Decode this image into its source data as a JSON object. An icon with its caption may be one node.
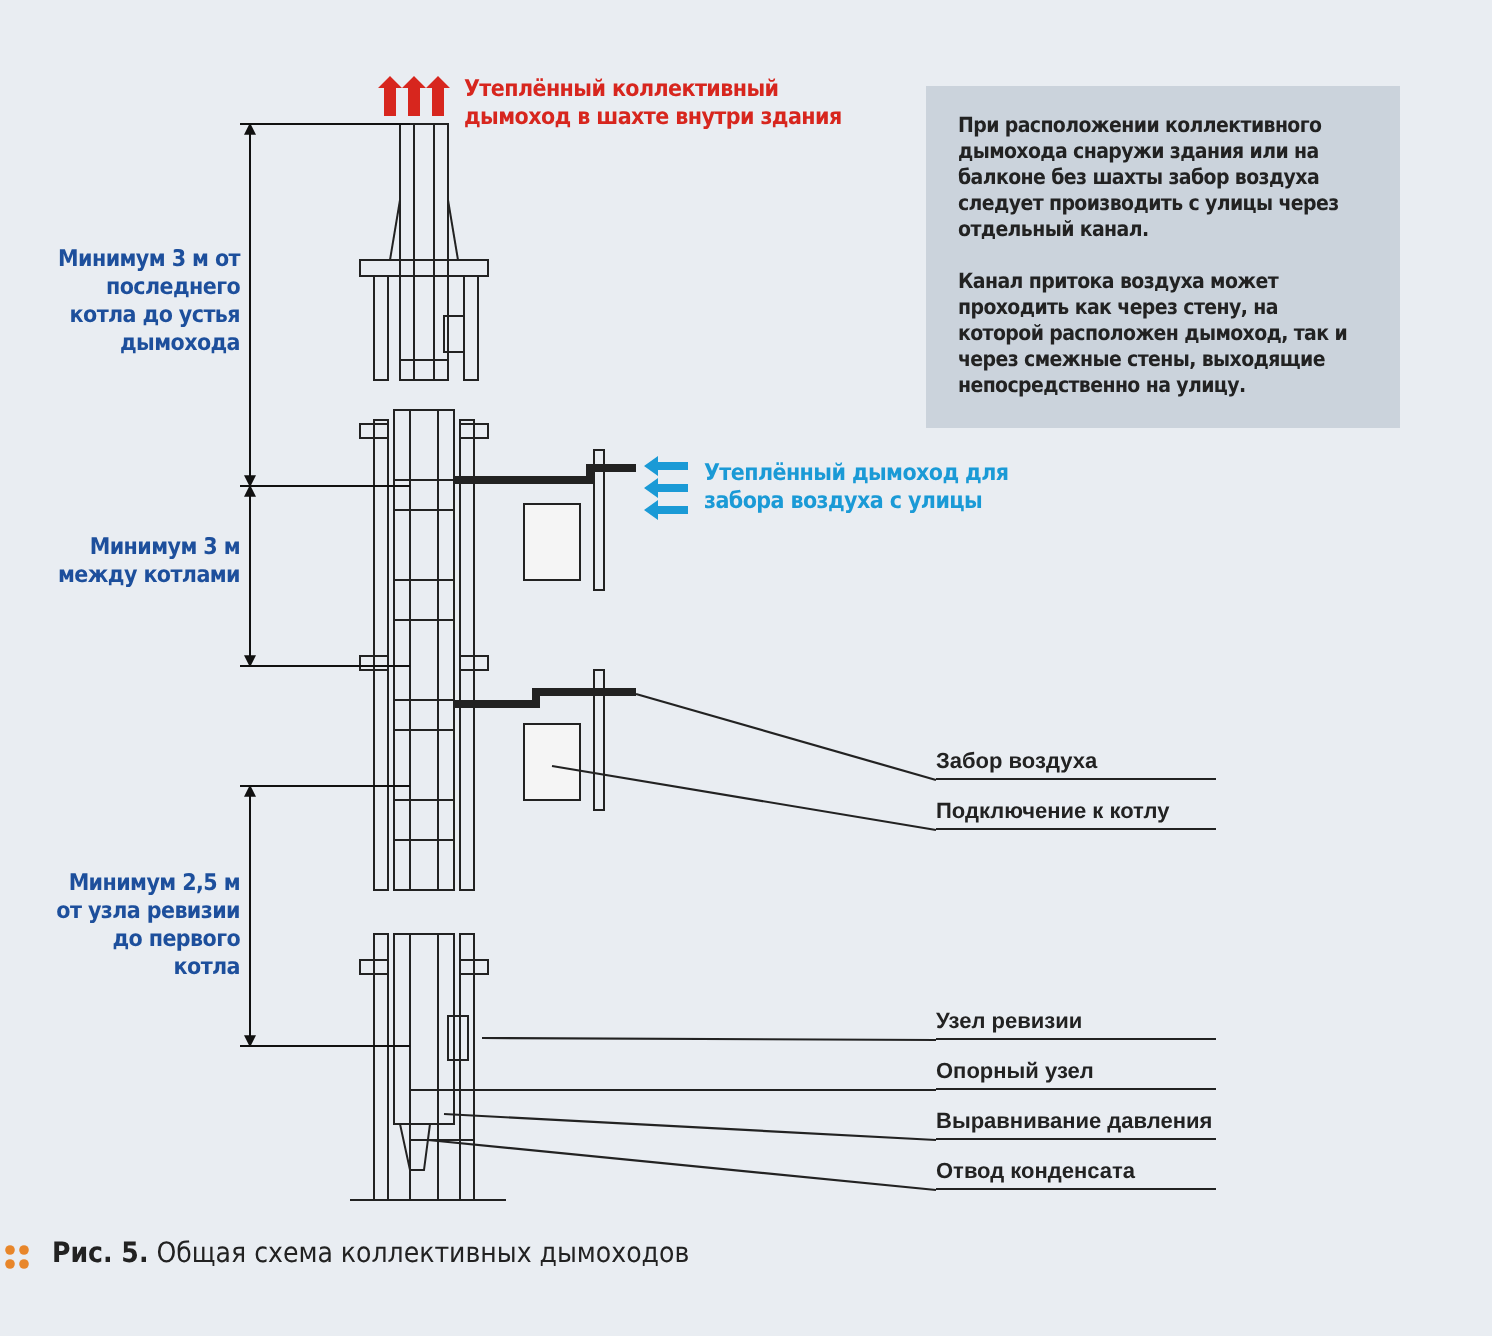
{
  "diagram": {
    "caption": "**Рис. 5.** Общая схема коллективных дымоходов",
    "nodes": [
      {
        "text": [
          "Забор воздуха"
        ]
      },
      {
        "text": [
          "Подключение к котлу"
        ]
      },
      {
        "text": [
          "Узел ревизии"
        ]
      },
      {
        "text": [
          "Опорный узел"
        ]
      },
      {
        "text": [
          "Выравнивание давления"
        ]
      },
      {
        "text": [
          "Отвод конденсата"
        ]
      },
      {
        "text": [
          "При расположении коллективного дымохода снаружи здания или на балконе без шахты забор воздуха следует производить с улицы через отдельный канал.",
          "Канал притока воздуха может проходить как через стену, на которой расположен дымоход, так и через смежные стены, выходящие непосредственно на улицу."
        ]
      }
    ],
    "edges": [
      {
        "from": 0,
        "to": null,
        "arrow": "none"
      },
      {
        "from": 1,
        "to": null,
        "arrow": "none"
      },
      {
        "from": 2,
        "to": null,
        "arrow": "none"
      },
      {
        "from": 3,
        "to": null,
        "arrow": "none"
      },
      {
        "from": 4,
        "to": null,
        "arrow": "none"
      },
      {
        "from": 5,
        "to": null,
        "arrow": "none"
      }
    ],
    "labels": [
      "Утеплённый коллективный дымоход в шахте внутри здания",
      "Утеплённый дымоход для забора воздуха с улицы",
      "Минимум 3 м от последнего котла до устья дымохода",
      "Минимум 3 м между котлами",
      "Минимум 2,5 м от узла ревизии до первого котла"
    ]
  }
}
